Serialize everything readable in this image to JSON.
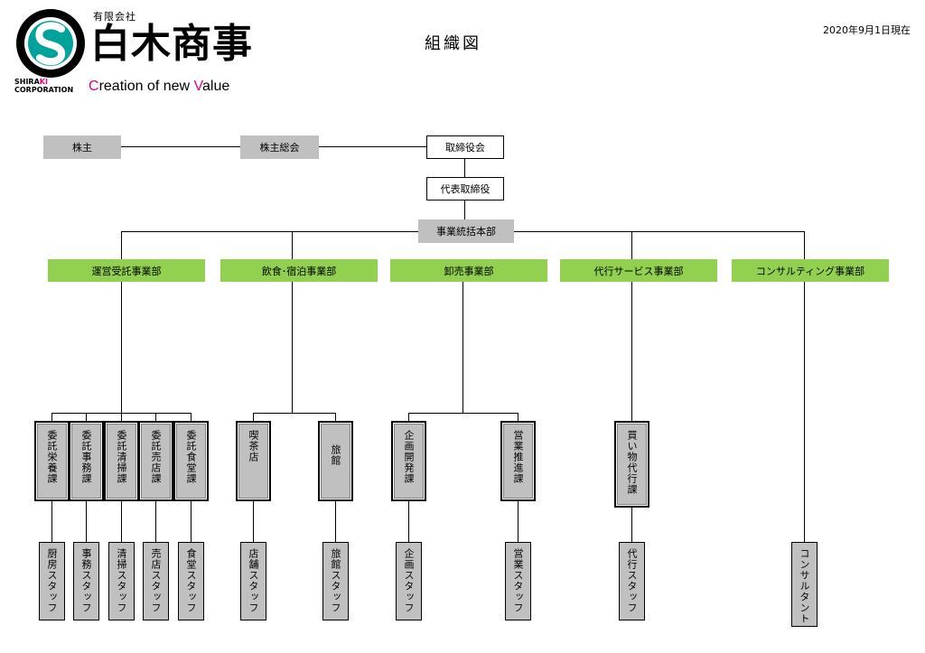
{
  "header": {
    "company_type": "有限会社",
    "company_name": "白木商事",
    "company_en_top_1": "SHIRA",
    "company_en_top_2": "KI",
    "company_en_bottom": "CORPORATION",
    "tagline_c": "C",
    "tagline_mid": "reation of new ",
    "tagline_v": "V",
    "tagline_end": "alue",
    "title": "組織図",
    "date": "2020年9月1日現在"
  },
  "top": {
    "shareholders": "株主",
    "shareholders_meeting": "株主総会",
    "board": "取締役会",
    "representative": "代表取締役",
    "headquarters": "事業統括本部"
  },
  "divisions": [
    {
      "name": "運営受託事業部"
    },
    {
      "name": "飲食･宿泊事業部"
    },
    {
      "name": "卸売事業部"
    },
    {
      "name": "代行サービス事業部"
    },
    {
      "name": "コンサルティング事業部"
    }
  ],
  "departments": [
    {
      "name": "委託栄養課",
      "staff": "厨房スタッフ"
    },
    {
      "name": "委託事務課",
      "staff": "事務スタッフ"
    },
    {
      "name": "委託清掃課",
      "staff": "清掃スタッフ"
    },
    {
      "name": "委託売店課",
      "staff": "売店スタッフ"
    },
    {
      "name": "委託食堂課",
      "staff": "食堂スタッフ"
    },
    {
      "name": "喫茶店",
      "staff": "店舗スタッフ"
    },
    {
      "name": "旅館",
      "staff": "旅館スタッフ"
    },
    {
      "name": "企画開発課",
      "staff": "企画スタッフ"
    },
    {
      "name": "営業推進課",
      "staff": "営業スタッフ"
    },
    {
      "name": "買い物代行課",
      "staff": "代行スタッフ"
    }
  ],
  "consultant": "コンサルタント",
  "colors": {
    "division_green": "#92d050",
    "box_gray": "#c0c0c0",
    "logo_teal": "#00a29a",
    "brand_pink": "#e4007f"
  }
}
